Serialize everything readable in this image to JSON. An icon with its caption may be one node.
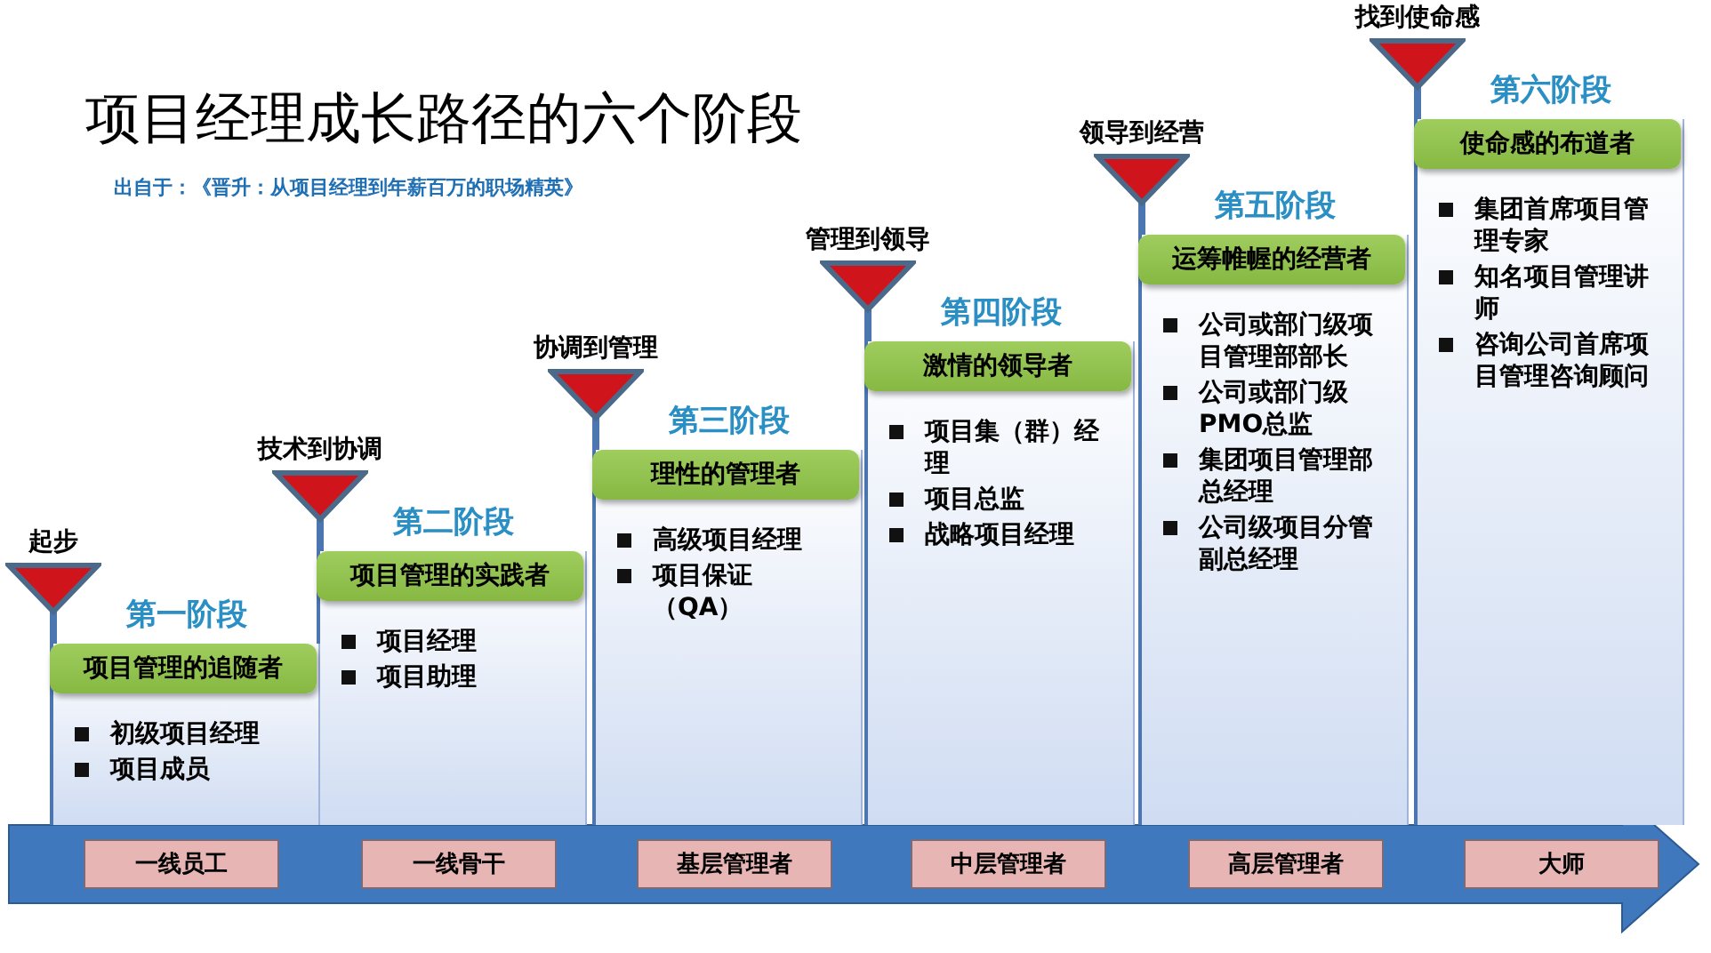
{
  "diagram": {
    "title": "项目经理成长路径的六个阶段",
    "nodes": [
      {
        "text": [
          "起步"
        ]
      },
      {
        "text": [
          "第一阶段",
          "初级项目经理",
          "项目成员"
        ]
      },
      {
        "text": [
          "项目管理的追随者"
        ],
        "in": 1
      },
      {
        "text": [
          "技术到协调"
        ]
      },
      {
        "text": [
          "第二阶段",
          "项目经理",
          "项目助理"
        ]
      },
      {
        "text": [
          "项目管理的实践者"
        ],
        "in": 4
      },
      {
        "text": [
          "协调到管理"
        ]
      },
      {
        "text": [
          "第三阶段",
          "高级项目经理",
          "项目保证（QA）"
        ]
      },
      {
        "text": [
          "理性的管理者"
        ],
        "in": 7
      },
      {
        "text": [
          "管理到领导"
        ]
      },
      {
        "text": [
          "第四阶段",
          "项目集（群）经理",
          "项目总监",
          "战略项目经理"
        ]
      },
      {
        "text": [
          "激情的领导者"
        ],
        "in": 10
      },
      {
        "text": [
          "领导到经营"
        ]
      },
      {
        "text": [
          "第五阶段",
          "公司或部门级项目管理部部长",
          "公司或部门级PMO总监",
          "集团项目管理部总经理",
          "公司级项目分管副总经理"
        ]
      },
      {
        "text": [
          "运筹帷幄的经营者"
        ],
        "in": 13
      },
      {
        "text": [
          "找到使命感"
        ]
      },
      {
        "text": [
          "第六阶段",
          "集团首席项目管理专家",
          "知名项目管理讲师",
          "咨询公司首席项目管理咨询顾问"
        ]
      },
      {
        "text": [
          "使命感的布道者"
        ],
        "in": 16
      },
      {
        "text": [
          "一线员工"
        ]
      },
      {
        "text": [
          "一线骨干"
        ]
      },
      {
        "text": [
          "基层管理者"
        ]
      },
      {
        "text": [
          "中层管理者"
        ]
      },
      {
        "text": [
          "高层管理者"
        ]
      },
      {
        "text": [
          "大师"
        ]
      }
    ],
    "labels": [
      "出自于：《晋升：从项目经理到年薪百万的职场精英》"
    ]
  }
}
